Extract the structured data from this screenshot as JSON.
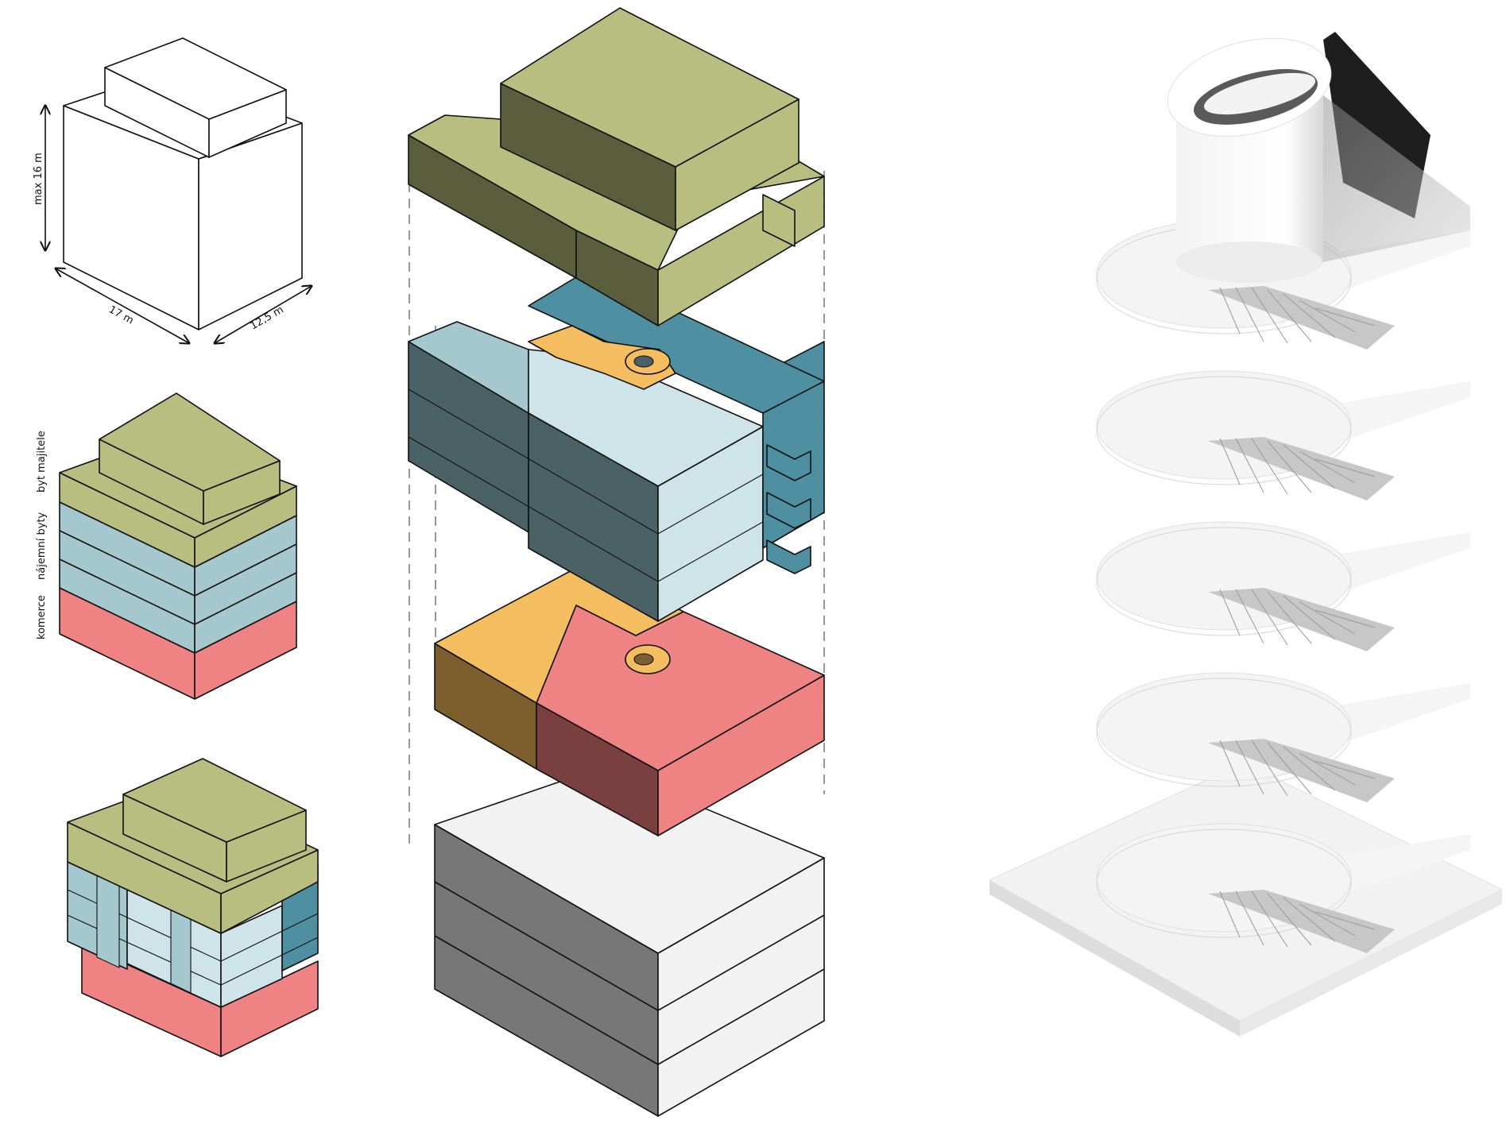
{
  "envelope": {
    "height_label": "max 16 m",
    "length_label": "17 m",
    "width_label": "12,5 m"
  },
  "program": {
    "labels": [
      "byt majitele",
      "nájemní byty",
      "komerce"
    ]
  },
  "colors": {
    "owner_top": "#b8bd80",
    "owner_left": "#5b5e3c",
    "owner_right": "#b8bd80",
    "rental_top": "#a5c8cf",
    "rental_left": "#4a6166",
    "rental_right": "#a5c8cf",
    "rental_dark_top": "#4e8fa1",
    "rental_dark_right": "#4e8fa1",
    "rental_light": "#cfe4e8",
    "commerce_top": "#ef8383",
    "commerce_left": "#7a4040",
    "commerce_right": "#ef8383",
    "core_orange": "#f3bd60",
    "core_orange_dark": "#7d5f2e",
    "base_top": "#f2f2f2",
    "base_left": "#777777",
    "base_right": "#f2f2f2",
    "stair_white": "#f4f4f4",
    "stair_shadow": "#c9c9c9"
  },
  "legend_icons": [
    "dimension-arrow-icon",
    "elevator-core-icon",
    "spiral-stair-icon"
  ]
}
